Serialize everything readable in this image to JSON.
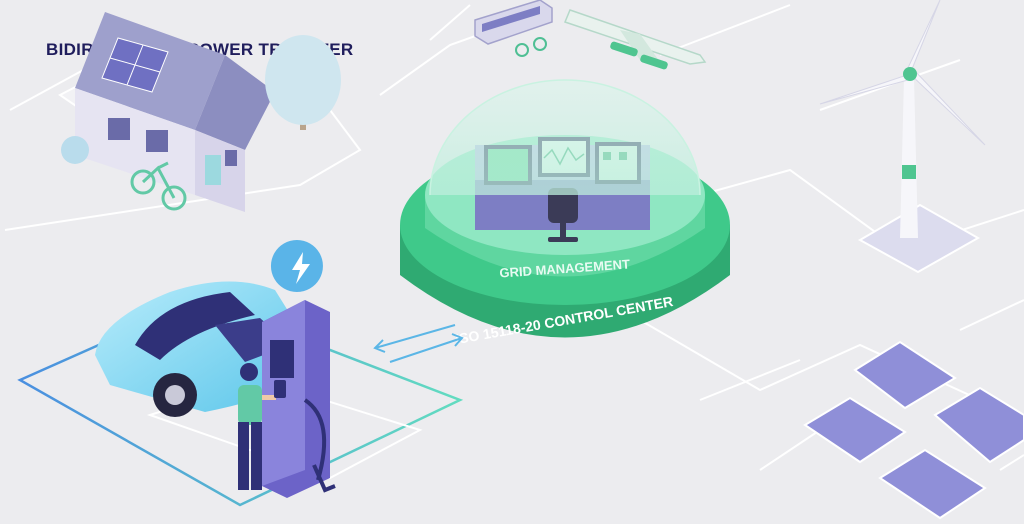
{
  "title": "BIDIRECTIONAL POWER TRANSFER",
  "control_center": {
    "upper_ring_label": "GRID MANAGEMENT",
    "lower_ring_label": "ISO 15118-20 CONTROL CENTER"
  },
  "colors": {
    "background": "#ececef",
    "title": "#1f1d5c",
    "green_ring": "#3fc98a",
    "green_ring_dark": "#2faa72",
    "ev_blue": "#6fd3f2",
    "charger_purple": "#6c63c8",
    "flow_line": "#5bb6e6",
    "solar_panel": "#8f8fd8"
  },
  "icons": {
    "charging_pin": "lightning-bolt-icon",
    "wind": "wind-turbine-icon",
    "solar": "solar-panel-icon",
    "home": "house-icon",
    "transport": [
      "bus-icon",
      "airplane-icon",
      "bicycle-icon"
    ]
  }
}
